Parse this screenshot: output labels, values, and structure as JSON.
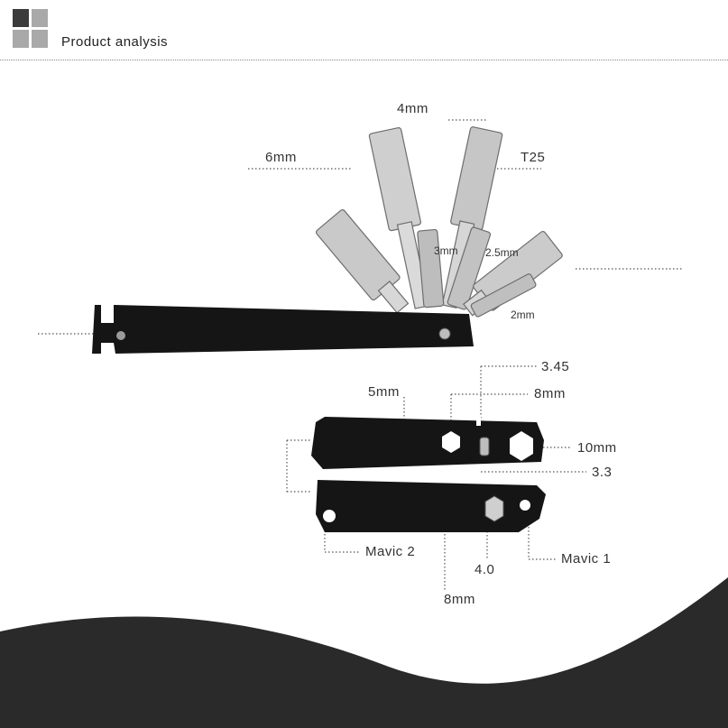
{
  "header": {
    "title": "Product analysis"
  },
  "colors": {
    "logo_dark": "#3b3b3b",
    "logo_light": "#a9a9a9",
    "tool_black": "#151515",
    "bit_silver": "#c9c9c9",
    "swoosh": "#2a2a2a"
  },
  "callouts": {
    "hex_4mm": "4mm",
    "hex_6mm": "6mm",
    "torx_t25": "T25",
    "hex_3mm": "3mm",
    "hex_2_5mm": "2.5mm",
    "hex_2mm": "2mm",
    "spoke_3_45": "3.45",
    "hex_5mm": "5mm",
    "hex_8mm_top": "8mm",
    "hex_10mm": "10mm",
    "spoke_3_3": "3.3",
    "mavic_2": "Mavic 2",
    "mavic_1": "Mavic 1",
    "spoke_4_0": "4.0",
    "hex_8mm_bottom": "8mm"
  }
}
